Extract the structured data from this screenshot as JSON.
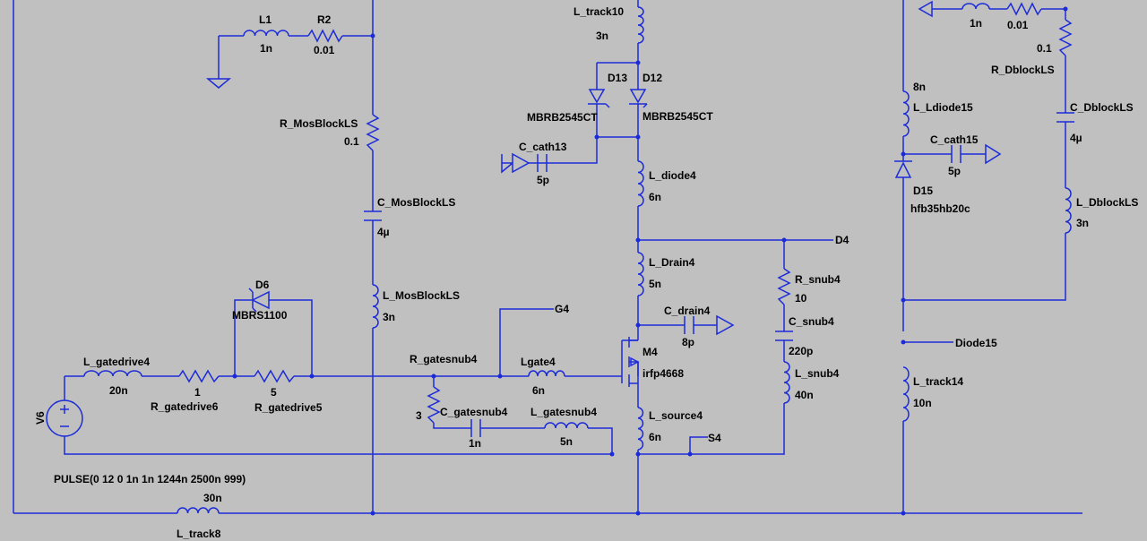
{
  "colors": {
    "background": "#c0c0c0",
    "wire": "#1c2bd9",
    "text": "#000000"
  },
  "components": {
    "L1": {
      "name": "L1",
      "value": "1n"
    },
    "R2": {
      "name": "R2",
      "value": "0.01"
    },
    "R_MosBlockLS": {
      "name": "R_MosBlockLS",
      "value": "0.1"
    },
    "C_MosBlockLS": {
      "name": "C_MosBlockLS",
      "value": "4µ"
    },
    "L_MosBlockLS": {
      "name": "L_MosBlockLS",
      "value": "3n"
    },
    "D6": {
      "name": "D6",
      "value": "MBRS1100"
    },
    "L_gatedrive4": {
      "name": "L_gatedrive4",
      "value": "20n"
    },
    "R_gatedrive6": {
      "name": "R_gatedrive6",
      "value": "1"
    },
    "R_gatedrive5": {
      "name": "R_gatedrive5",
      "value": "5"
    },
    "V6": {
      "name": "V6",
      "value": "PULSE(0 12 0 1n 1n 1244n 2500n 999)"
    },
    "L_track8": {
      "name": "L_track8",
      "value": "30n"
    },
    "R_gatesnub4": {
      "name": "R_gatesnub4",
      "value": "3"
    },
    "C_gatesnub4": {
      "name": "C_gatesnub4",
      "value": "1n"
    },
    "L_gatesnub4": {
      "name": "L_gatesnub4",
      "value": "5n"
    },
    "Lgate4": {
      "name": "Lgate4",
      "value": "6n"
    },
    "L_track10": {
      "name": "L_track10",
      "value": "3n"
    },
    "D13": {
      "name": "D13",
      "value": "MBRB2545CT"
    },
    "D12": {
      "name": "D12",
      "value": "MBRB2545CT"
    },
    "C_cath13": {
      "name": "C_cath13",
      "value": "5p"
    },
    "L_diode4": {
      "name": "L_diode4",
      "value": "6n"
    },
    "L_Drain4": {
      "name": "L_Drain4",
      "value": "5n"
    },
    "C_drain4": {
      "name": "C_drain4",
      "value": "8p"
    },
    "M4": {
      "name": "M4",
      "value": "irfp4668"
    },
    "L_source4": {
      "name": "L_source4",
      "value": "6n"
    },
    "R_snub4": {
      "name": "R_snub4",
      "value": "10"
    },
    "C_snub4": {
      "name": "C_snub4",
      "value": "220p"
    },
    "L_snub4": {
      "name": "L_snub4",
      "value": "40n"
    },
    "L_top_right": {
      "value": "1n"
    },
    "R_top_right": {
      "value": "0.01"
    },
    "R_DblockLS": {
      "name": "R_DblockLS",
      "value": "0.1"
    },
    "C_DblockLS": {
      "name": "C_DblockLS",
      "value": "4µ"
    },
    "L_DblockLS": {
      "name": "L_DblockLS",
      "value": "3n"
    },
    "L_Ldiode15": {
      "name": "L_Ldiode15",
      "value": "8n"
    },
    "C_cath15": {
      "name": "C_cath15",
      "value": "5p"
    },
    "D15": {
      "name": "D15",
      "value": "hfb35hb20c"
    },
    "L_track14": {
      "name": "L_track14",
      "value": "10n"
    }
  },
  "net_labels": {
    "D4": "D4",
    "G4": "G4",
    "S4": "S4",
    "Diode15": "Diode15"
  }
}
